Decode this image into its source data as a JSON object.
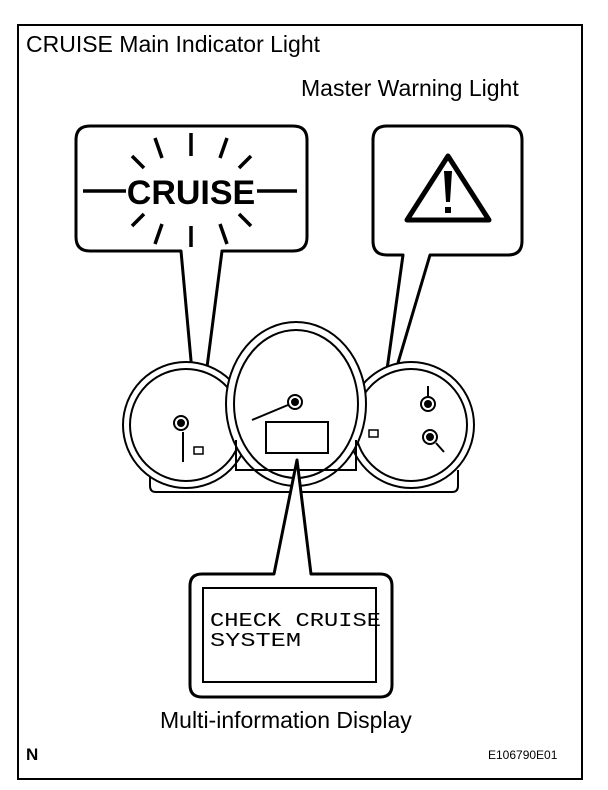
{
  "labels": {
    "cruise_main_indicator": "CRUISE Main Indicator Light",
    "master_warning": "Master Warning Light",
    "multi_information_display": "Multi-information Display",
    "corner_letter": "N",
    "figure_code": "E106790E01"
  },
  "indicator": {
    "text": "CRUISE"
  },
  "display": {
    "line1": "CHECK CRUISE",
    "line2": "SYSTEM"
  },
  "icons": {
    "warning": "warning-triangle-icon",
    "rays": "light-rays-icon"
  }
}
